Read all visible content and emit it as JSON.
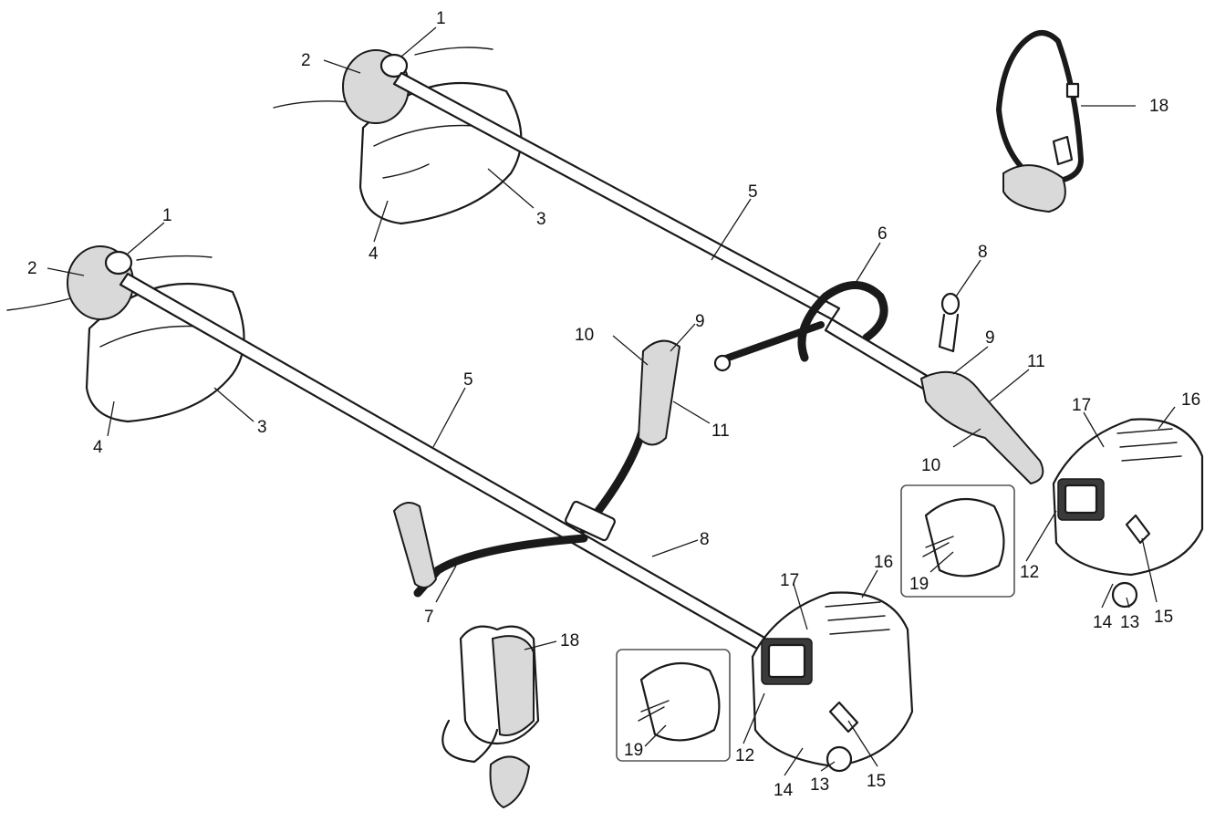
{
  "diagram": {
    "callouts": {
      "top_unit": [
        "1",
        "2",
        "3",
        "4",
        "5",
        "6",
        "8",
        "9",
        "11",
        "10",
        "17",
        "16",
        "12",
        "14",
        "13",
        "15",
        "19"
      ],
      "bottom_unit": [
        "1",
        "2",
        "3",
        "4",
        "5",
        "10",
        "9",
        "11",
        "7",
        "8",
        "17",
        "16",
        "12",
        "14",
        "13",
        "15",
        "19"
      ],
      "harness_single": "18",
      "harness_double": "18"
    }
  }
}
